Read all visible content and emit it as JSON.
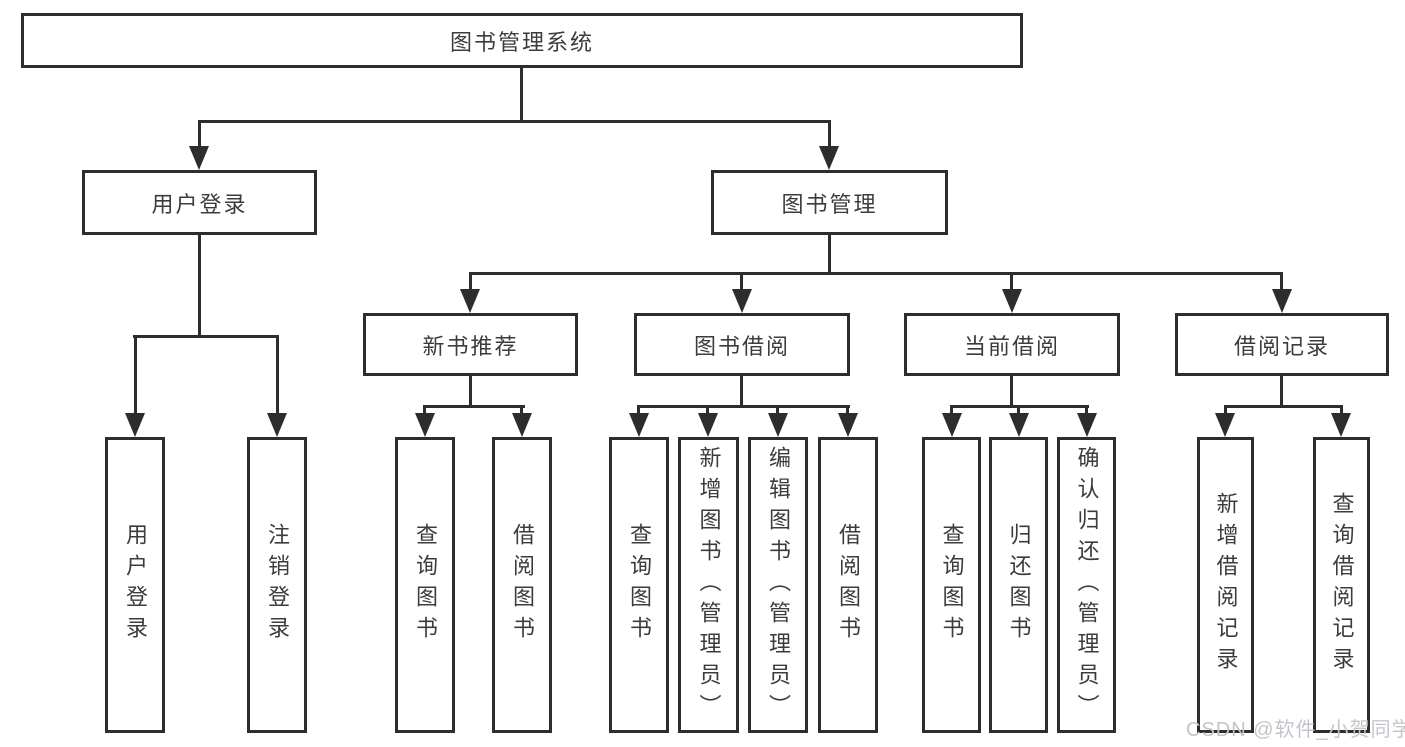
{
  "diagram": {
    "root": {
      "label": "图书管理系统"
    },
    "level2": [
      {
        "label": "用户登录"
      },
      {
        "label": "图书管理"
      }
    ],
    "level3": [
      {
        "label": "新书推荐",
        "parent": "图书管理"
      },
      {
        "label": "图书借阅",
        "parent": "图书管理"
      },
      {
        "label": "当前借阅",
        "parent": "图书管理"
      },
      {
        "label": "借阅记录",
        "parent": "图书管理"
      }
    ],
    "leaves": [
      {
        "label": "用户登录",
        "parent": "用户登录"
      },
      {
        "label": "注销登录",
        "parent": "用户登录"
      },
      {
        "label": "查询图书",
        "parent": "新书推荐"
      },
      {
        "label": "借阅图书",
        "parent": "新书推荐"
      },
      {
        "label": "查询图书",
        "parent": "图书借阅"
      },
      {
        "label": "新增图书（管理员）",
        "parent": "图书借阅"
      },
      {
        "label": "编辑图书（管理员）",
        "parent": "图书借阅"
      },
      {
        "label": "借阅图书",
        "parent": "图书借阅"
      },
      {
        "label": "查询图书",
        "parent": "当前借阅"
      },
      {
        "label": "归还图书",
        "parent": "当前借阅"
      },
      {
        "label": "确认归还（管理员）",
        "parent": "当前借阅"
      },
      {
        "label": "新增借阅记录",
        "parent": "借阅记录"
      },
      {
        "label": "查询借阅记录",
        "parent": "借阅记录"
      }
    ],
    "watermark": {
      "label": "CSDN @软件_小贺同学"
    },
    "colors": {
      "line": "#2d2d2d",
      "text": "#3c3c3c",
      "background": "#ffffff",
      "watermark": "#c2c6ca"
    }
  }
}
